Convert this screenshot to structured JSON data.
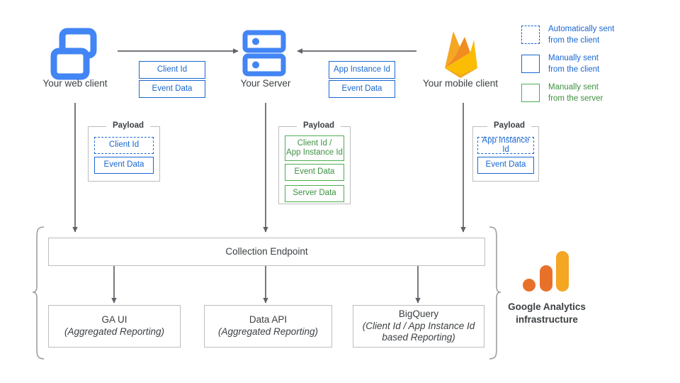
{
  "diagram": {
    "nodes": {
      "web_client": {
        "label": "Your web client",
        "icon": "web-windows-icon"
      },
      "server": {
        "label": "Your Server",
        "icon": "server-rack-icon"
      },
      "mobile_client": {
        "label": "Your mobile client",
        "icon": "firebase-flame-icon"
      }
    },
    "transit_chips": {
      "web_to_server": [
        "Client Id",
        "Event Data"
      ],
      "mobile_to_server": [
        "App Instance Id",
        "Event Data"
      ]
    },
    "payloads": [
      {
        "title": "Payload",
        "items": [
          {
            "text": "Client Id",
            "style": "dashed-blue"
          },
          {
            "text": "Event Data",
            "style": "solid-blue"
          }
        ]
      },
      {
        "title": "Payload",
        "items": [
          {
            "text": "Client Id /\nApp Instance Id",
            "line1": "Client Id /",
            "line2": "App Instance Id",
            "style": "solid-green"
          },
          {
            "text": "Event Data",
            "style": "solid-green"
          },
          {
            "text": "Server Data",
            "style": "solid-green"
          }
        ]
      },
      {
        "title": "Payload",
        "items": [
          {
            "text": "App Instance Id",
            "style": "dashed-blue"
          },
          {
            "text": "Event Data",
            "style": "solid-blue"
          }
        ]
      }
    ],
    "collection_endpoint": {
      "label": "Collection Endpoint"
    },
    "outputs": [
      {
        "title": "GA UI",
        "subtitle": "(Aggregated Reporting)"
      },
      {
        "title": "Data API",
        "subtitle": "(Aggregated Reporting)"
      },
      {
        "title": "BigQuery",
        "subtitle_line1": "(Client Id / App Instance Id",
        "subtitle_line2": "based Reporting)"
      }
    ],
    "infrastructure": {
      "caption_line1": "Google Analytics",
      "caption_line2": "infrastructure",
      "icon": "google-analytics-logo"
    },
    "legend": [
      {
        "label_line1": "Automatically sent",
        "label_line2": "from the client",
        "swatch": "dashed-blue"
      },
      {
        "label_line1": "Manually sent",
        "label_line2": "from the client",
        "swatch": "solid-blue"
      },
      {
        "label_line1": "Manually sent",
        "label_line2": "from the server",
        "swatch": "solid-green"
      }
    ],
    "colors": {
      "blue": "#1967d2",
      "icon_blue": "#4285f4",
      "green": "#4caf50",
      "green_text": "#3d9140",
      "gray_line": "#9e9e9e",
      "arrow": "#5f6368",
      "orange": "#e8712a",
      "yellow": "#f5a623"
    }
  }
}
